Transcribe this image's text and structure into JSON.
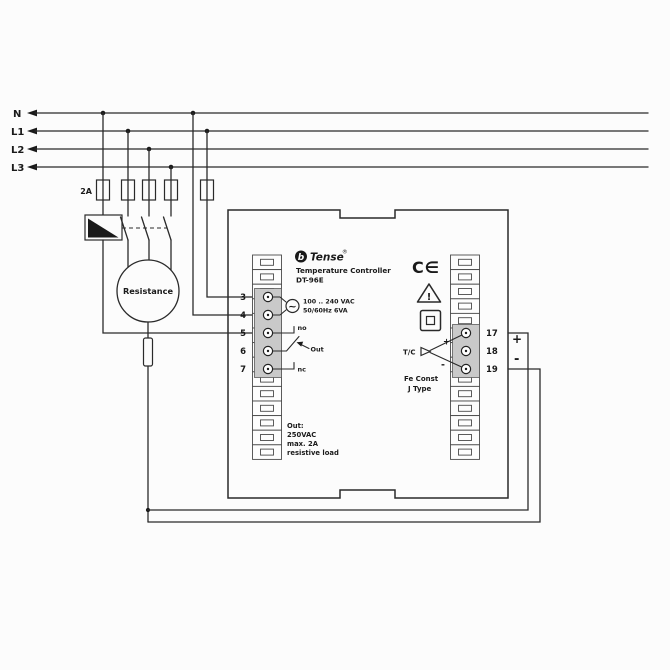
{
  "colors": {
    "line": "#2a2a2a",
    "terminal_block": "#c9c9c9",
    "background": "#fcfcfc"
  },
  "power": {
    "bus": [
      "N",
      "L1",
      "L2",
      "L3"
    ],
    "control_fuse": "2A"
  },
  "load": {
    "heater": "Resistance"
  },
  "controller": {
    "brand": {
      "icon_letter": "b",
      "name": "Tense",
      "registered": "®"
    },
    "title": "Temperature Controller",
    "model": "DT-96E",
    "supply": {
      "ac_symbol": "~",
      "rating1": "100 .. 240 VAC",
      "rating2": "50/60Hz 6VA"
    },
    "relay": {
      "no": "no",
      "out": "Out",
      "nc": "nc"
    },
    "output_note": [
      "Out:",
      "250VAC",
      "max. 2A",
      "resistive load"
    ],
    "left_terminals": [
      "3",
      "4",
      "5",
      "6",
      "7"
    ],
    "right_terminals": [
      "17",
      "18",
      "19"
    ],
    "marks": {
      "ce": "C∈",
      "warning": "!"
    },
    "sensor": {
      "label": "T/C",
      "plus": "+",
      "minus": "-",
      "type1": "Fe Const",
      "type2": "J Type"
    }
  },
  "sensor_wiring": {
    "plus": "+",
    "minus": "-"
  }
}
